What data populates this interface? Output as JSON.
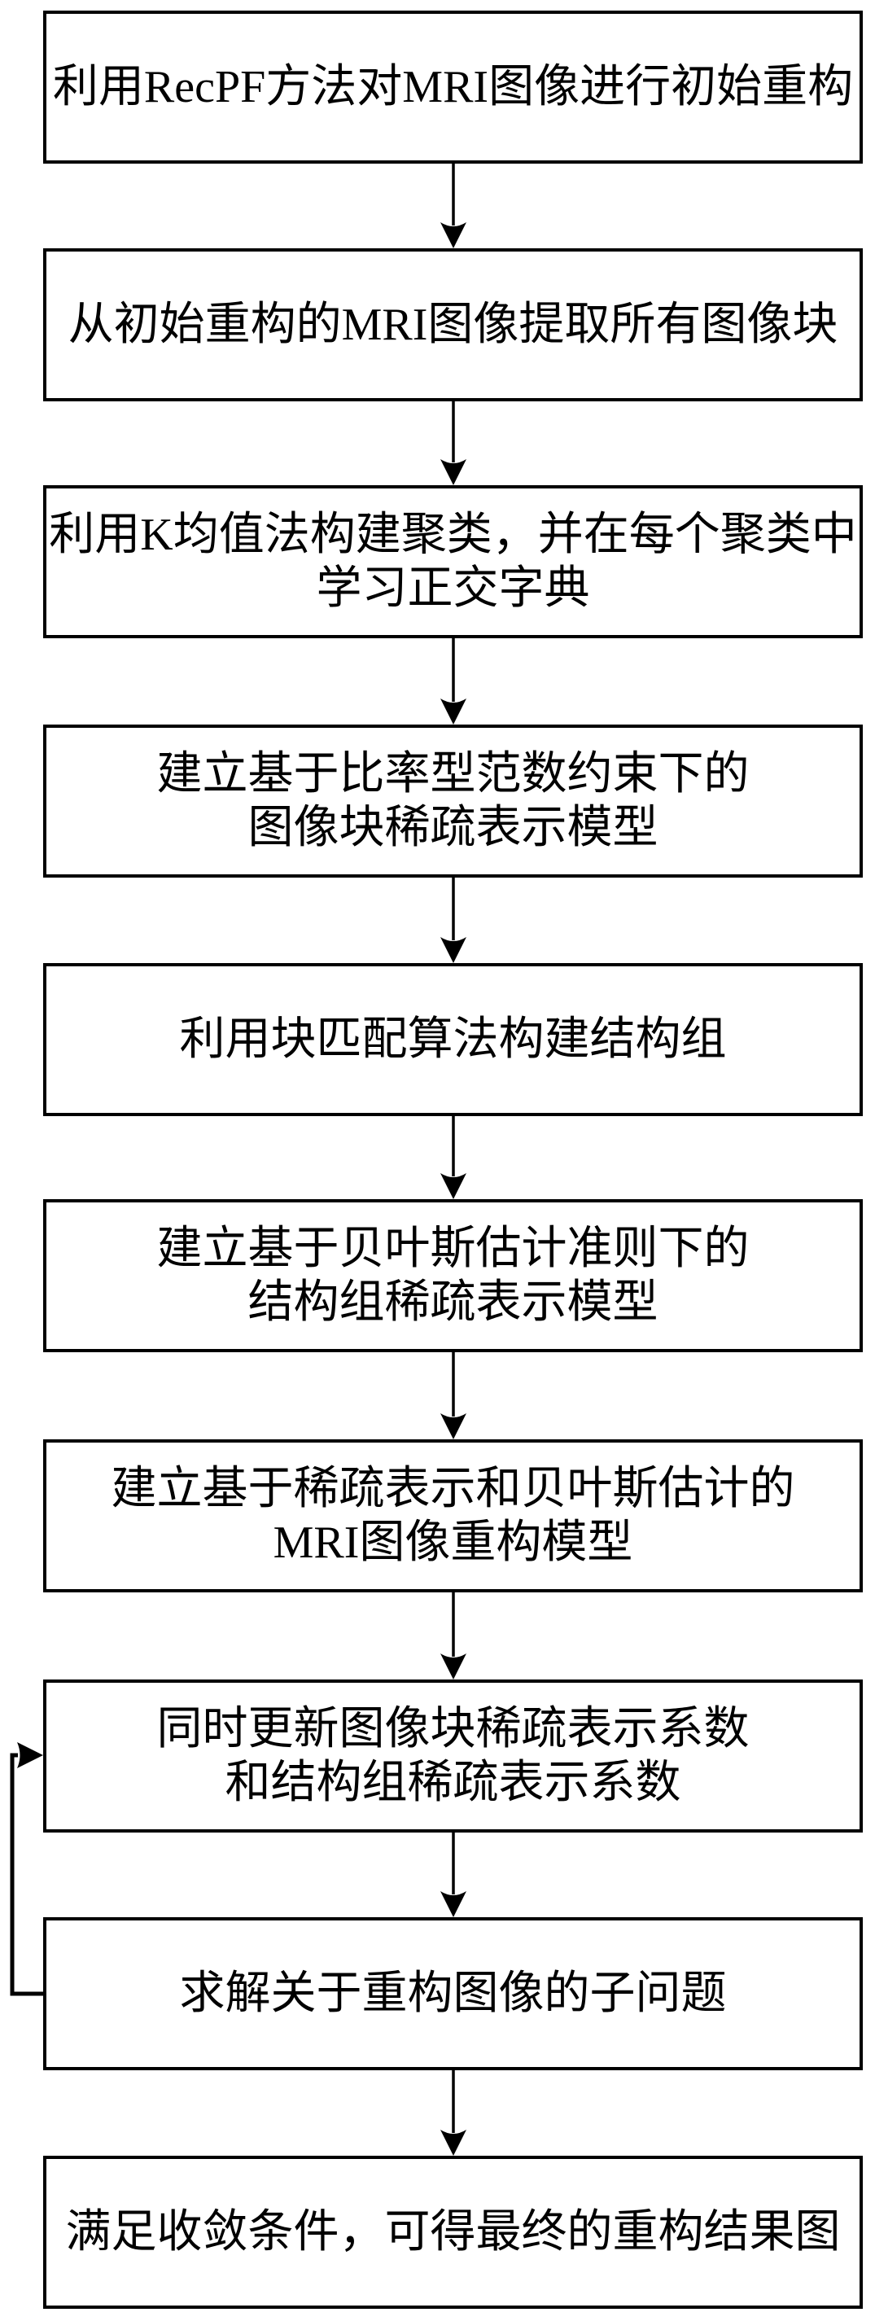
{
  "diagram": {
    "type": "flowchart",
    "background_color": "#ffffff",
    "line_color": "#000000",
    "steps": [
      {
        "id": 1,
        "lines": [
          "利用RecPF方法对MRI图像进行初始重构"
        ]
      },
      {
        "id": 2,
        "lines": [
          "从初始重构的MRI图像提取所有图像块"
        ]
      },
      {
        "id": 3,
        "lines": [
          "利用K均值法构建聚类，并在每个聚类中",
          "学习正交字典"
        ]
      },
      {
        "id": 4,
        "lines": [
          "建立基于比率型范数约束下的",
          "图像块稀疏表示模型"
        ]
      },
      {
        "id": 5,
        "lines": [
          "利用块匹配算法构建结构组"
        ]
      },
      {
        "id": 6,
        "lines": [
          "建立基于贝叶斯估计准则下的",
          "结构组稀疏表示模型"
        ]
      },
      {
        "id": 7,
        "lines": [
          "建立基于稀疏表示和贝叶斯估计的",
          "MRI图像重构模型"
        ]
      },
      {
        "id": 8,
        "lines": [
          "同时更新图像块稀疏表示系数",
          "和结构组稀疏表示系数"
        ]
      },
      {
        "id": 9,
        "lines": [
          "求解关于重构图像的子问题"
        ]
      },
      {
        "id": 10,
        "lines": [
          "满足收敛条件，可得最终的重构结果图"
        ]
      }
    ],
    "edges": [
      {
        "from": 1,
        "to": 2,
        "style": "arrow-down"
      },
      {
        "from": 2,
        "to": 3,
        "style": "arrow-down"
      },
      {
        "from": 3,
        "to": 4,
        "style": "arrow-down"
      },
      {
        "from": 4,
        "to": 5,
        "style": "arrow-down"
      },
      {
        "from": 5,
        "to": 6,
        "style": "arrow-down"
      },
      {
        "from": 6,
        "to": 7,
        "style": "arrow-down"
      },
      {
        "from": 7,
        "to": 8,
        "style": "arrow-down"
      },
      {
        "from": 8,
        "to": 9,
        "style": "arrow-down"
      },
      {
        "from": 9,
        "to": 10,
        "style": "arrow-down"
      },
      {
        "from": 9,
        "to": 8,
        "style": "feedback-loop-left"
      }
    ]
  }
}
